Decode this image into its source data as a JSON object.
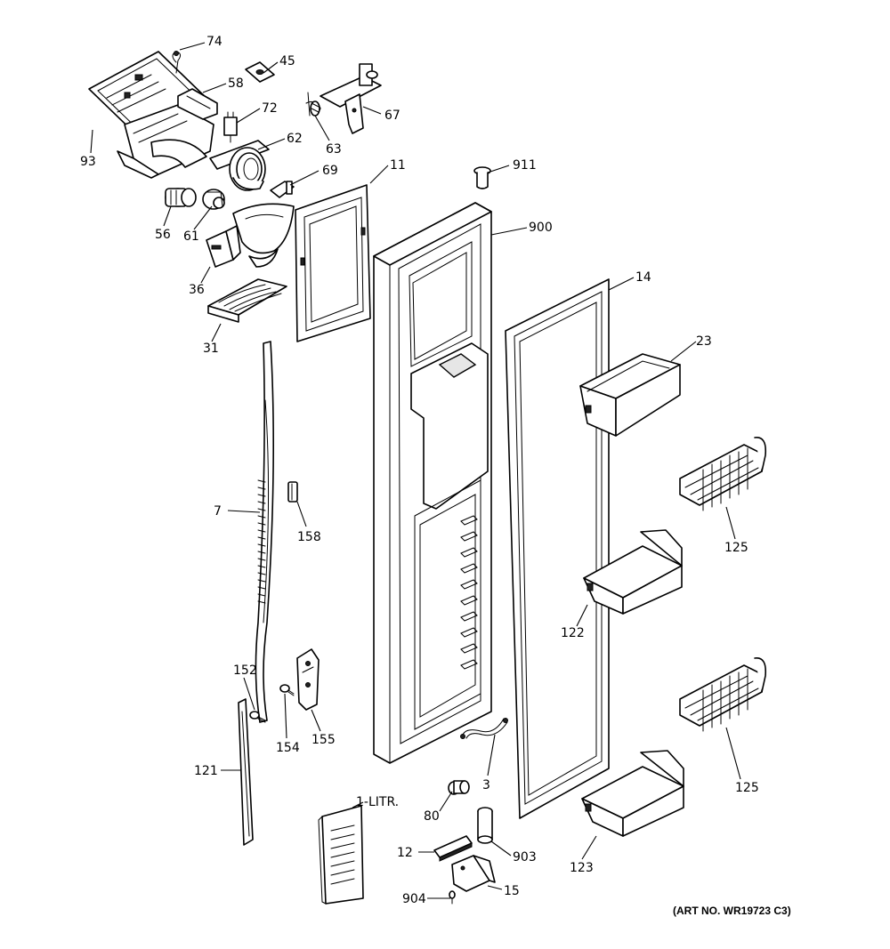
{
  "diagram": {
    "callouts": {
      "c74": "74",
      "c45": "45",
      "c58": "58",
      "c93": "93",
      "c72": "72",
      "c63": "63",
      "c67": "67",
      "c62": "62",
      "c69": "69",
      "c11": "11",
      "c911": "911",
      "c900": "900",
      "c56": "56",
      "c61": "61",
      "c36": "36",
      "c31": "31",
      "c14": "14",
      "c23": "23",
      "c7": "7",
      "c158": "158",
      "c125a": "125",
      "c122": "122",
      "c152": "152",
      "c154": "154",
      "c155": "155",
      "c121": "121",
      "c3": "3",
      "c125b": "125",
      "c1litr": "1-LITR.",
      "c80": "80",
      "c12": "12",
      "c903": "903",
      "c123": "123",
      "c904": "904",
      "c15": "15"
    },
    "art_number": "(ART NO. WR19723 C3)"
  }
}
